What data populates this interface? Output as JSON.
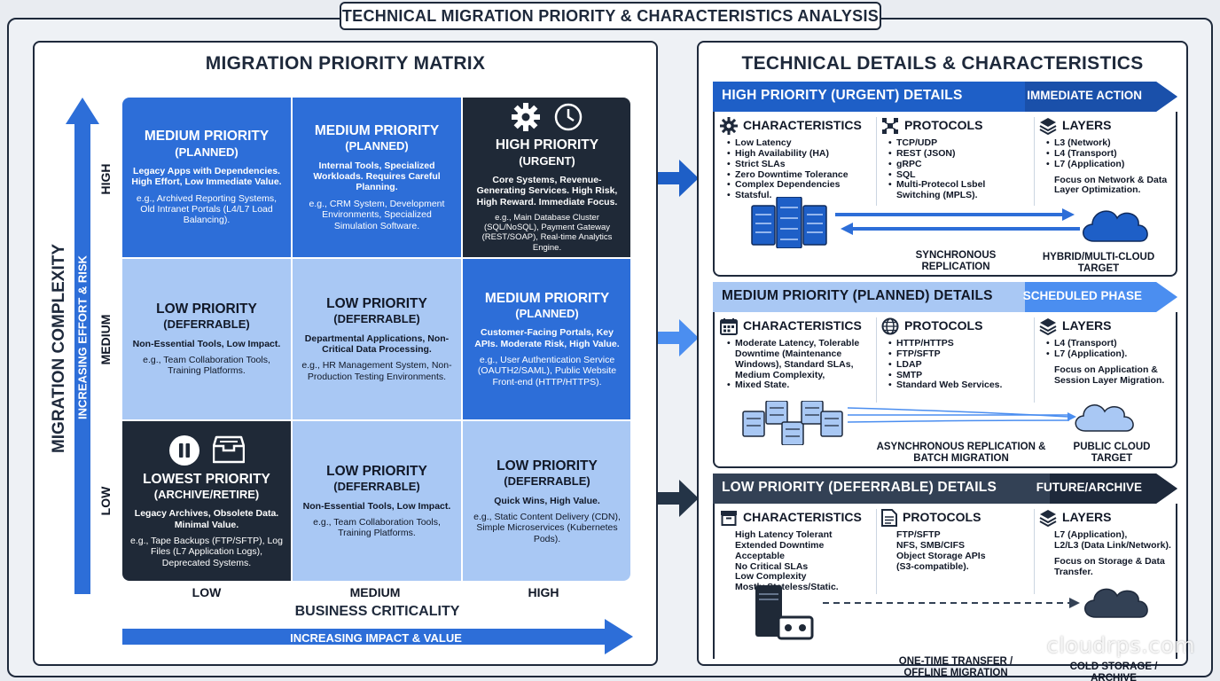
{
  "title": "TECHNICAL MIGRATION PRIORITY & CHARACTERISTICS ANALYSIS",
  "matrix": {
    "title": "MIGRATION PRIORITY MATRIX",
    "y_axis": {
      "title": "MIGRATION COMPLEXITY",
      "subtitle": "INCREASING EFFORT & RISK",
      "levels": [
        "HIGH",
        "MEDIUM",
        "LOW"
      ]
    },
    "x_axis": {
      "title": "BUSINESS CRITICALITY",
      "subtitle": "INCREASING IMPACT & VALUE",
      "levels": [
        "LOW",
        "MEDIUM",
        "HIGH"
      ]
    },
    "cells": [
      {
        "h1": "MEDIUM PRIORITY",
        "h2": "(PLANNED)",
        "bold": "Legacy Apps with Dependencies. High Effort, Low Immediate Value.",
        "ex": "e.g., Archived Reporting Systems, Old Intranet Portals (L4/L7 Load Balancing)."
      },
      {
        "h1": "MEDIUM PRIORITY",
        "h2": "(PLANNED)",
        "bold": "Internal Tools, Specialized Workloads. Requires Careful Planning.",
        "ex": "e.g., CRM System, Development Environments, Specialized Simulation Software."
      },
      {
        "h1": "HIGH PRIORITY",
        "h2": "(URGENT)",
        "bold": "Core Systems, Revenue-Generating Services. High Risk, High Reward. Immediate Focus.",
        "ex": "e.g., Main Database Cluster (SQL/NoSQL), Payment Gateway (REST/SOAP), Real-time Analytics Engine.",
        "icons": [
          "gear-icon",
          "clock-icon"
        ]
      },
      {
        "h1": "LOW PRIORITY",
        "h2": "(DEFERRABLE)",
        "bold": "Non-Essential Tools, Low Impact.",
        "ex": "e.g., Team Collaboration Tools, Training Platforms."
      },
      {
        "h1": "LOW PRIORITY",
        "h2": "(DEFERRABLE)",
        "bold": "Departmental Applications, Non-Critical Data Processing.",
        "ex": "e.g., HR Management System, Non-Production Testing Environments."
      },
      {
        "h1": "MEDIUM PRIORITY",
        "h2": "(PLANNED)",
        "bold": "Customer-Facing Portals, Key APIs. Moderate Risk, High Value.",
        "ex": "e.g., User Authentication Service (OAUTH2/SAML), Public Website Front-end (HTTP/HTTPS)."
      },
      {
        "h1": "LOWEST PRIORITY",
        "h2": "(ARCHIVE/RETIRE)",
        "bold": "Legacy Archives, Obsolete Data. Minimal Value.",
        "ex": "e.g., Tape Backups (FTP/SFTP), Log Files (L7 Application Logs), Deprecated Systems.",
        "icons": [
          "pause-icon",
          "archive-box-icon"
        ]
      },
      {
        "h1": "LOW PRIORITY",
        "h2": "(DEFERRABLE)",
        "bold": "Non-Essential Tools, Low Impact.",
        "ex": "e.g., Team Collaboration Tools, Training Platforms."
      },
      {
        "h1": "LOW PRIORITY",
        "h2": "(DEFERRABLE)",
        "bold": "Quick Wins, High Value.",
        "ex": "e.g., Static Content Delivery (CDN), Simple Microservices (Kubernetes Pods)."
      }
    ]
  },
  "details": {
    "title": "TECHNICAL DETAILS & CHARACTERISTICS",
    "high": {
      "title": "HIGH PRIORITY (URGENT) DETAILS",
      "action": "IMMEDIATE ACTION",
      "characteristics": {
        "label": "CHARACTERISTICS",
        "items": [
          "Low Latency",
          "High Availability (HA)",
          "Strict SLAs",
          "Zero Downtime Tolerance",
          "Complex Dependencies",
          "Statsful."
        ]
      },
      "protocols": {
        "label": "PROTOCOLS",
        "items": [
          "TCP/UDP",
          "REST (JSON)",
          "gRPC",
          "SQL",
          "Multi-Protecol Lsbel Switching (MPLS)."
        ]
      },
      "layers": {
        "label": "LAYERS",
        "items": [
          "L3 (Network)",
          "L4 (Transport)",
          "L7 (Application)"
        ],
        "note": "Focus on Network & Data Layer Optimization."
      },
      "flow": {
        "source": "SYNCHRONOUS REPLICATION",
        "target": "HYBRID/MULTI-CLOUD TARGET"
      }
    },
    "medium": {
      "title": "MEDIUM PRIORITY (PLANNED) DETAILS",
      "action": "SCHEDULED PHASE",
      "characteristics": {
        "label": "CHARACTERISTICS",
        "items": [
          "Moderate Latency, Tolerable Downtime (Maintenance Windows), Standard SLAs, Medium Complexity,",
          "Mixed State."
        ]
      },
      "protocols": {
        "label": "PROTOCOLS",
        "items": [
          "HTTP/HTTPS",
          "FTP/SFTP",
          "LDAP",
          "SMTP",
          "Standard Web Services."
        ]
      },
      "layers": {
        "label": "LAYERS",
        "items": [
          "L4 (Transport)",
          "L7 (Application)."
        ],
        "note": "Focus on Application & Session Layer Migration."
      },
      "flow": {
        "source": "ASYNCHRONOUS REPLICATION & BATCH MIGRATION",
        "target": "PUBLIC CLOUD TARGET"
      }
    },
    "low": {
      "title": "LOW PRIORITY (DEFERRABLE) DETAILS",
      "action": "FUTURE/ARCHIVE",
      "characteristics": {
        "label": "CHARACTERISTICS",
        "items": [
          "High Latency Tolerant",
          "Extended Downtime Acceptable",
          "No Critical SLAs",
          "Low Complexity",
          "Mostly Stateless/Static."
        ]
      },
      "protocols": {
        "label": "PROTOCOLS",
        "items": [
          "FTP/SFTP",
          "NFS, SMB/CIFS",
          "Object Storage APIs",
          "(S3-compatible)."
        ]
      },
      "layers": {
        "label": "LAYERS",
        "items": [
          "L7 (Application),",
          "L2/L3 (Data Link/Network)."
        ],
        "note": "Focus on Storage & Data Transfer."
      },
      "flow": {
        "source": "ONE-TIME TRANSFER / OFFLINE MIGRATION",
        "target": "COLD STORAGE / ARCHIVE"
      }
    }
  },
  "watermark": "cloudrps.com",
  "colors": {
    "navy": "#1e293b",
    "blue": "#2d6ed8",
    "light_blue": "#a9c8f4",
    "dark": "#1f2937"
  }
}
